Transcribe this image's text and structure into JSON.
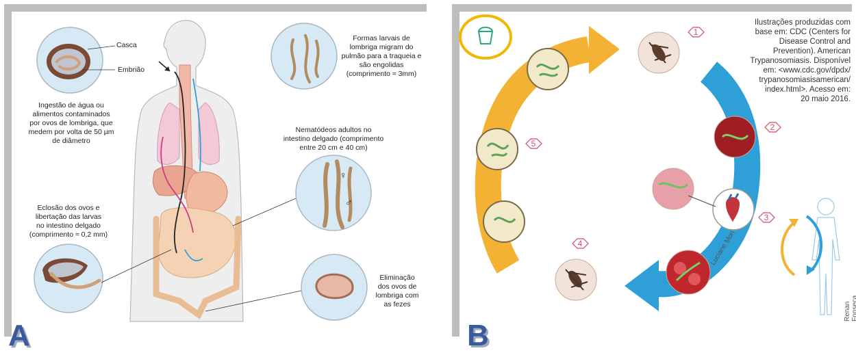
{
  "panel_a": {
    "letter": "A",
    "labels": {
      "casca": "Casca",
      "embriao": "Embrião",
      "ingestao": [
        "Ingestão de água ou",
        "alimentos contaminados",
        "por ovos de lombriga, que",
        "medem por volta de 50 µm",
        "de diâmetro"
      ],
      "eclosao": [
        "Eclosão dos ovos e",
        "libertação das larvas",
        "no intestino delgado",
        "(comprimento ≈ 0,2 mm)"
      ],
      "formas_larvais": [
        "Formas larvais de",
        "lombriga migram do",
        "pulmão para a traqueia e",
        "são engolidas",
        "(comprimento ≈ 3mm)"
      ],
      "nematodeos": [
        "Nematódeos adultos no",
        "intestino delgado (comprimento",
        "entre 20 cm e 40 cm)"
      ],
      "eliminacao": [
        "Eliminação",
        "dos ovos de",
        "lombriga com",
        "as fezes"
      ],
      "female_symbol": "♀",
      "male_symbol": "♂"
    }
  },
  "panel_b": {
    "letter": "B",
    "citation": [
      "Ilustrações produzidas com",
      "base em: CDC (Centers for",
      "Disease Control and",
      "Prevention). American",
      "Trypanosomiasis. Disponível",
      "em: <www.cdc.gov/dpdx/",
      "trypanosomiasisamerican/",
      "index.html>. Acesso em:",
      "20 maio 2016."
    ],
    "steps": [
      "1",
      "2",
      "3",
      "4",
      "5"
    ],
    "credit_illustration": "Luciane Mori",
    "credit_figure": "Renan Fonseca",
    "colors": {
      "orange": "#f3b233",
      "blue": "#2f9fd8",
      "highlight_ring": "#f2b800",
      "step_numbers": "#d24a6a"
    },
    "icon": "bucket-icon"
  }
}
